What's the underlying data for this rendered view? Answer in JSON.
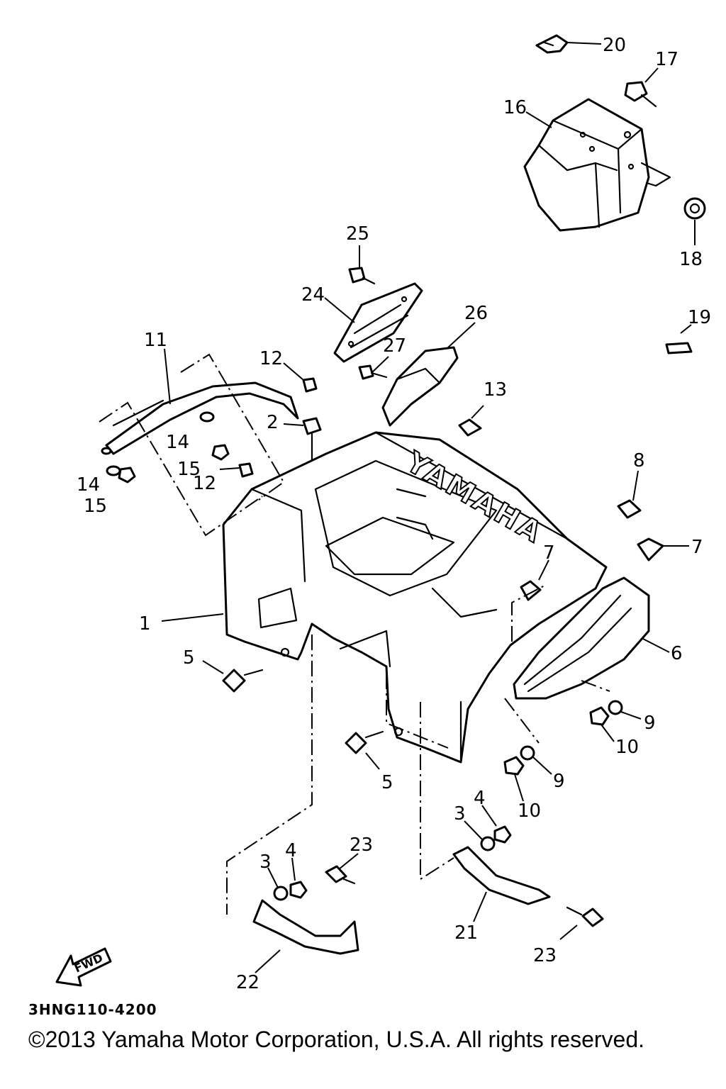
{
  "diagram": {
    "code": "3HNG110-4200",
    "copyright": "©2013 Yamaha Motor Corporation, U.S.A. All rights reserved.",
    "brand_text": "YAMAHA",
    "fwd_label": "FWD",
    "callouts": {
      "c1": "1",
      "c2": "2",
      "c3a": "3",
      "c3b": "3",
      "c4a": "4",
      "c4b": "4",
      "c5a": "5",
      "c5b": "5",
      "c6": "6",
      "c7a": "7",
      "c7b": "7",
      "c8": "8",
      "c9a": "9",
      "c9b": "9",
      "c10a": "10",
      "c10b": "10",
      "c11": "11",
      "c12a": "12",
      "c12b": "12",
      "c13": "13",
      "c14a": "14",
      "c14b": "14",
      "c15a": "15",
      "c15b": "15",
      "c16": "16",
      "c17": "17",
      "c18": "18",
      "c19": "19",
      "c20": "20",
      "c21": "21",
      "c22": "22",
      "c23a": "23",
      "c23b": "23",
      "c24": "24",
      "c25": "25",
      "c26": "26",
      "c27": "27"
    }
  }
}
